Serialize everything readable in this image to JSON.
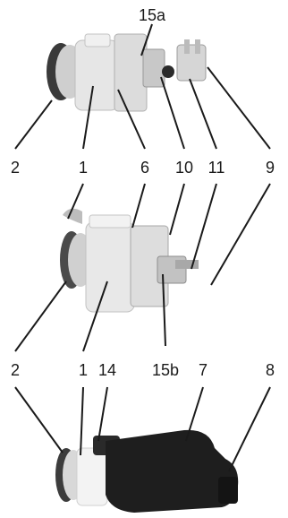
{
  "figure": {
    "colors": {
      "line": "#1a1a1a",
      "body_light": "#e6e6e6",
      "body_shade": "#b8b8b8",
      "ring_dark": "#3a3a3a",
      "body_black": "#1e1e1e"
    },
    "views": [
      {
        "id": "top-view",
        "callouts": [
          {
            "id": "c-15a",
            "text": "15a"
          },
          {
            "id": "c-2",
            "text": "2"
          },
          {
            "id": "c-1",
            "text": "1"
          },
          {
            "id": "c-6",
            "text": "6"
          },
          {
            "id": "c-10",
            "text": "10"
          },
          {
            "id": "c-11",
            "text": "11"
          },
          {
            "id": "c-9",
            "text": "9"
          }
        ]
      },
      {
        "id": "middle-view",
        "callouts": [
          {
            "id": "c-2b",
            "text": "2"
          },
          {
            "id": "c-1b",
            "text": "1"
          },
          {
            "id": "c-15b",
            "text": "15b"
          }
        ]
      },
      {
        "id": "bottom-view",
        "callouts": [
          {
            "id": "c-14",
            "text": "14"
          },
          {
            "id": "c-7",
            "text": "7"
          },
          {
            "id": "c-8",
            "text": "8"
          }
        ]
      }
    ]
  }
}
